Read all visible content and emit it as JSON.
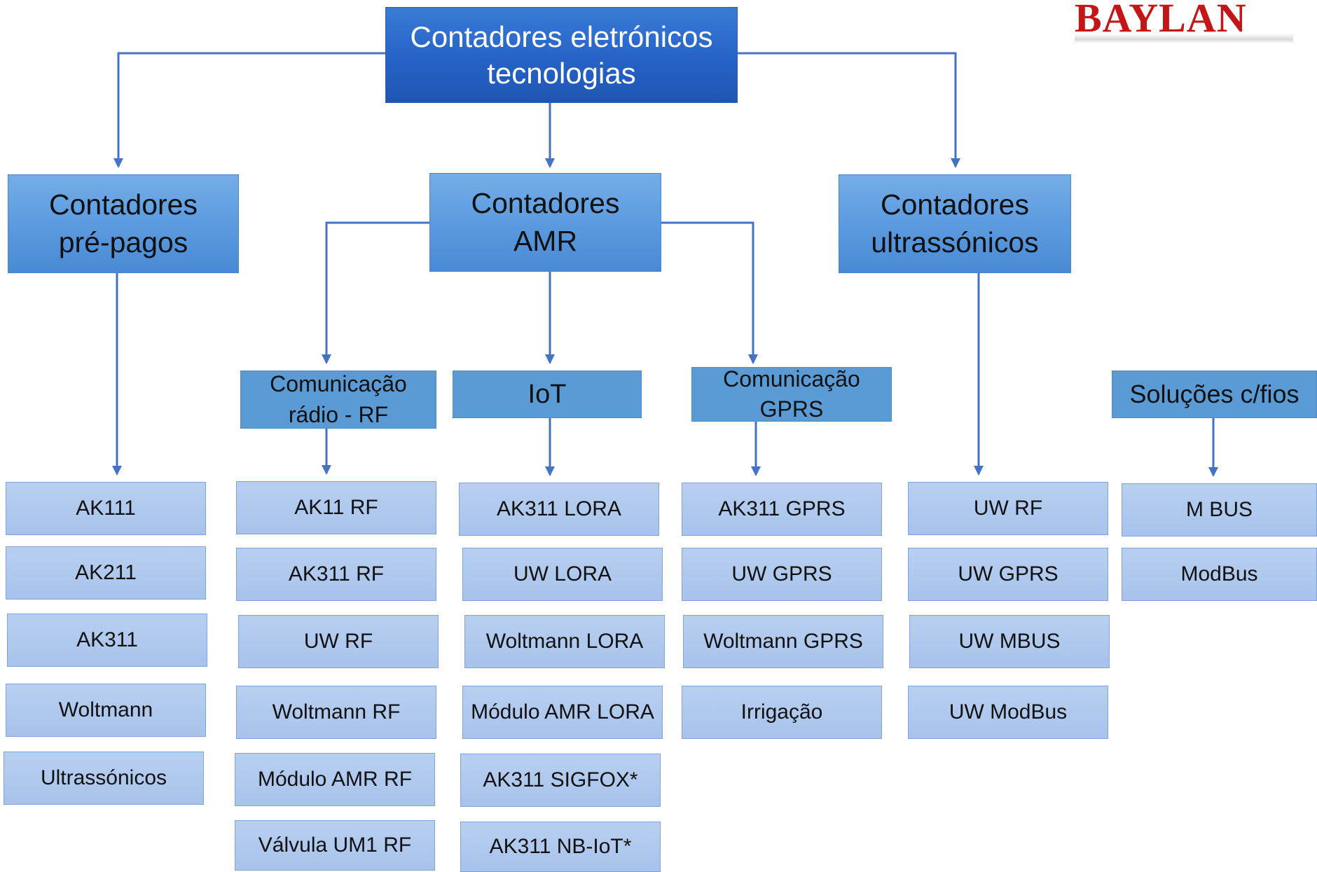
{
  "logo": "BAYLAN",
  "root": {
    "line1": "Contadores eletrónicos",
    "line2": "tecnologias"
  },
  "categories": {
    "prepaid": {
      "line1": "Contadores",
      "line2": "pré-pagos"
    },
    "amr": {
      "line1": "Contadores",
      "line2": "AMR"
    },
    "ultrasonic": {
      "line1": "Contadores",
      "line2": "ultrassónicos"
    }
  },
  "subcategories": {
    "rf": {
      "line1": "Comunicação",
      "line2": "rádio - RF"
    },
    "iot": {
      "line1": "IoT"
    },
    "gprs": {
      "line1": "Comunicação",
      "line2": "GPRS"
    },
    "wired": {
      "line1": "Soluções c/fios"
    }
  },
  "columns": {
    "prepaid": [
      "AK111",
      "AK211",
      "AK311",
      "Woltmann",
      "Ultrassónicos"
    ],
    "rf": [
      "AK11 RF",
      "AK311 RF",
      "UW RF",
      "Woltmann RF",
      "Módulo AMR RF",
      "Válvula UM1 RF"
    ],
    "iot": [
      "AK311 LORA",
      "UW LORA",
      "Woltmann LORA",
      "Módulo AMR LORA",
      "AK311 SIGFOX*",
      "AK311 NB-IoT*"
    ],
    "gprs": [
      "AK311 GPRS",
      "UW GPRS",
      "Woltmann GPRS",
      "Irrigação"
    ],
    "ultrasonic": [
      "UW RF",
      "UW GPRS",
      "UW MBUS",
      "UW ModBus"
    ],
    "wired": [
      "M BUS",
      "ModBus"
    ]
  },
  "colors": {
    "connector": "#4472c4",
    "root_fill": "#2e6fd0",
    "category_fill": "#5b9bd5",
    "leaf_fill": "#b4c7e7"
  }
}
